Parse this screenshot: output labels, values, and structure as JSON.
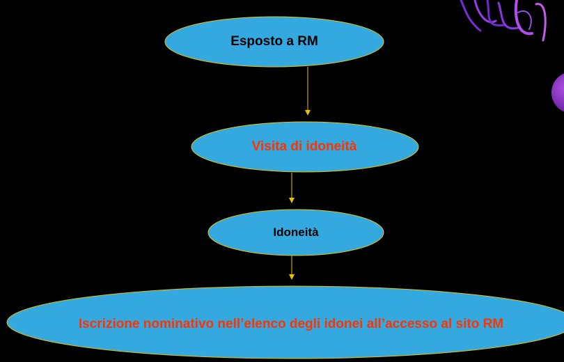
{
  "nodes": [
    {
      "id": "exposed",
      "label": "Esposto a RM",
      "text_color": "#000000"
    },
    {
      "id": "fitness-visit",
      "label": "Visita di idoneità",
      "text_color": "#FF3300"
    },
    {
      "id": "fitness",
      "label": "Idoneità",
      "text_color": "#000000"
    },
    {
      "id": "registration",
      "label": "Iscrizione nominativo nell’elenco degli idonei all’accesso al sito RM",
      "text_color": "#FF3300"
    }
  ],
  "colors": {
    "background": "#000000",
    "ellipse_fill": "#33A9E0",
    "ellipse_stroke": "#E8C200",
    "connector": "#E8C200",
    "decoration": "#7A2BD8"
  },
  "decorations": [
    "purple-swirl-decoration",
    "purple-orb-decoration"
  ]
}
